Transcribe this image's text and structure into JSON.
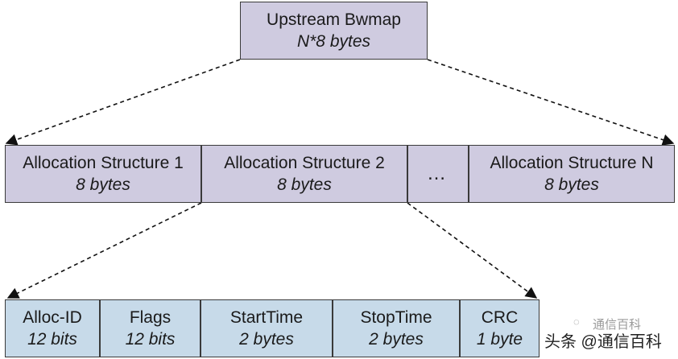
{
  "bwmap": {
    "title": "Upstream Bwmap",
    "size": "N*8 bytes"
  },
  "allocation_structures": [
    {
      "title": "Allocation Structure 1",
      "size": "8 bytes"
    },
    {
      "title": "Allocation Structure 2",
      "size": "8 bytes"
    },
    {
      "title": "Allocation Structure N",
      "size": "8 bytes"
    }
  ],
  "ellipsis": "…",
  "fields": [
    {
      "name": "Alloc-ID",
      "size": "12 bits"
    },
    {
      "name": "Flags",
      "size": "12 bits"
    },
    {
      "name": "StartTime",
      "size": "2 bytes"
    },
    {
      "name": "StopTime",
      "size": "2 bytes"
    },
    {
      "name": "CRC",
      "size": "1 byte"
    }
  ],
  "watermark": {
    "text": "头条 @通信百科",
    "faint": "通信百科",
    "icon": "wechat-icon"
  },
  "colors": {
    "top_boxes": "#cfcbe0",
    "field_boxes": "#c7dae9",
    "border": "#3a3a3a"
  }
}
